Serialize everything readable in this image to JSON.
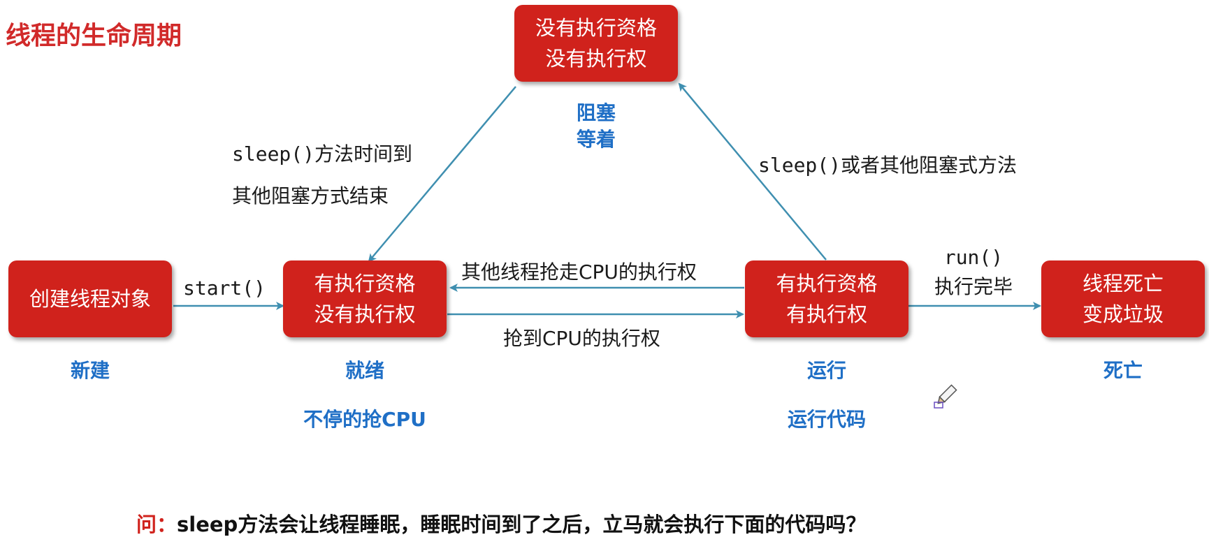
{
  "title": "线程的生命周期",
  "nodes": {
    "new": {
      "lines": [
        "创建线程对象"
      ],
      "state": [
        "新建"
      ]
    },
    "ready": {
      "lines": [
        "有执行资格",
        "没有执行权"
      ],
      "state": [
        "就绪"
      ],
      "note": "不停的抢CPU"
    },
    "running": {
      "lines": [
        "有执行资格",
        "有执行权"
      ],
      "state": [
        "运行"
      ],
      "note": "运行代码"
    },
    "dead": {
      "lines": [
        "线程死亡",
        "变成垃圾"
      ],
      "state": [
        "死亡"
      ]
    },
    "blocked": {
      "lines": [
        "没有执行资格",
        "没有执行权"
      ],
      "state": [
        "阻塞",
        "等着"
      ]
    }
  },
  "edges": {
    "start": "start()",
    "preempted": "其他线程抢走CPU的执行权",
    "acquired": "抢到CPU的执行权",
    "run_done": [
      "run()",
      "执行完毕"
    ],
    "to_blocked": "sleep()或者其他阻塞式方法",
    "from_blocked": [
      "sleep()方法时间到",
      "其他阻塞方式结束"
    ]
  },
  "question": {
    "label": "问：",
    "text": "sleep方法会让线程睡眠，睡眠时间到了之后，立马就会执行下面的代码吗？"
  },
  "colors": {
    "node_fill": "#d0221c",
    "state_text": "#1f6fc6",
    "arrow": "#3f8fb0",
    "title": "#d12a2a"
  },
  "icons": {
    "cursor": "pencil-icon"
  }
}
